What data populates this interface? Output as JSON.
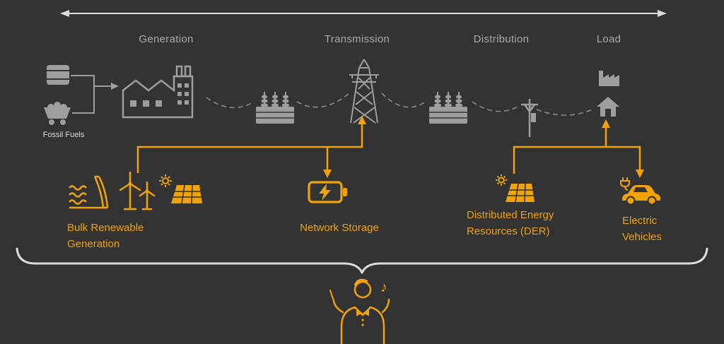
{
  "colors": {
    "background": "#333333",
    "orange": "#F0A30A",
    "icon_gray": "#9E9E9E",
    "text_gray": "#ABABAB",
    "light": "#DCDCDC",
    "wire_gray": "#8A8A8A"
  },
  "stages": [
    {
      "label": "Generation"
    },
    {
      "label": "Transmission"
    },
    {
      "label": "Distribution"
    },
    {
      "label": "Load"
    }
  ],
  "labels": {
    "fossil_fuels": "Fossil Fuels",
    "bulk_renewable": "Bulk Renewable Generation",
    "network_storage": "Network Storage",
    "der": "Distributed Energy Resources (DER)",
    "ev": "Electric Vehicles"
  },
  "icons": {
    "music_note": "♪"
  }
}
